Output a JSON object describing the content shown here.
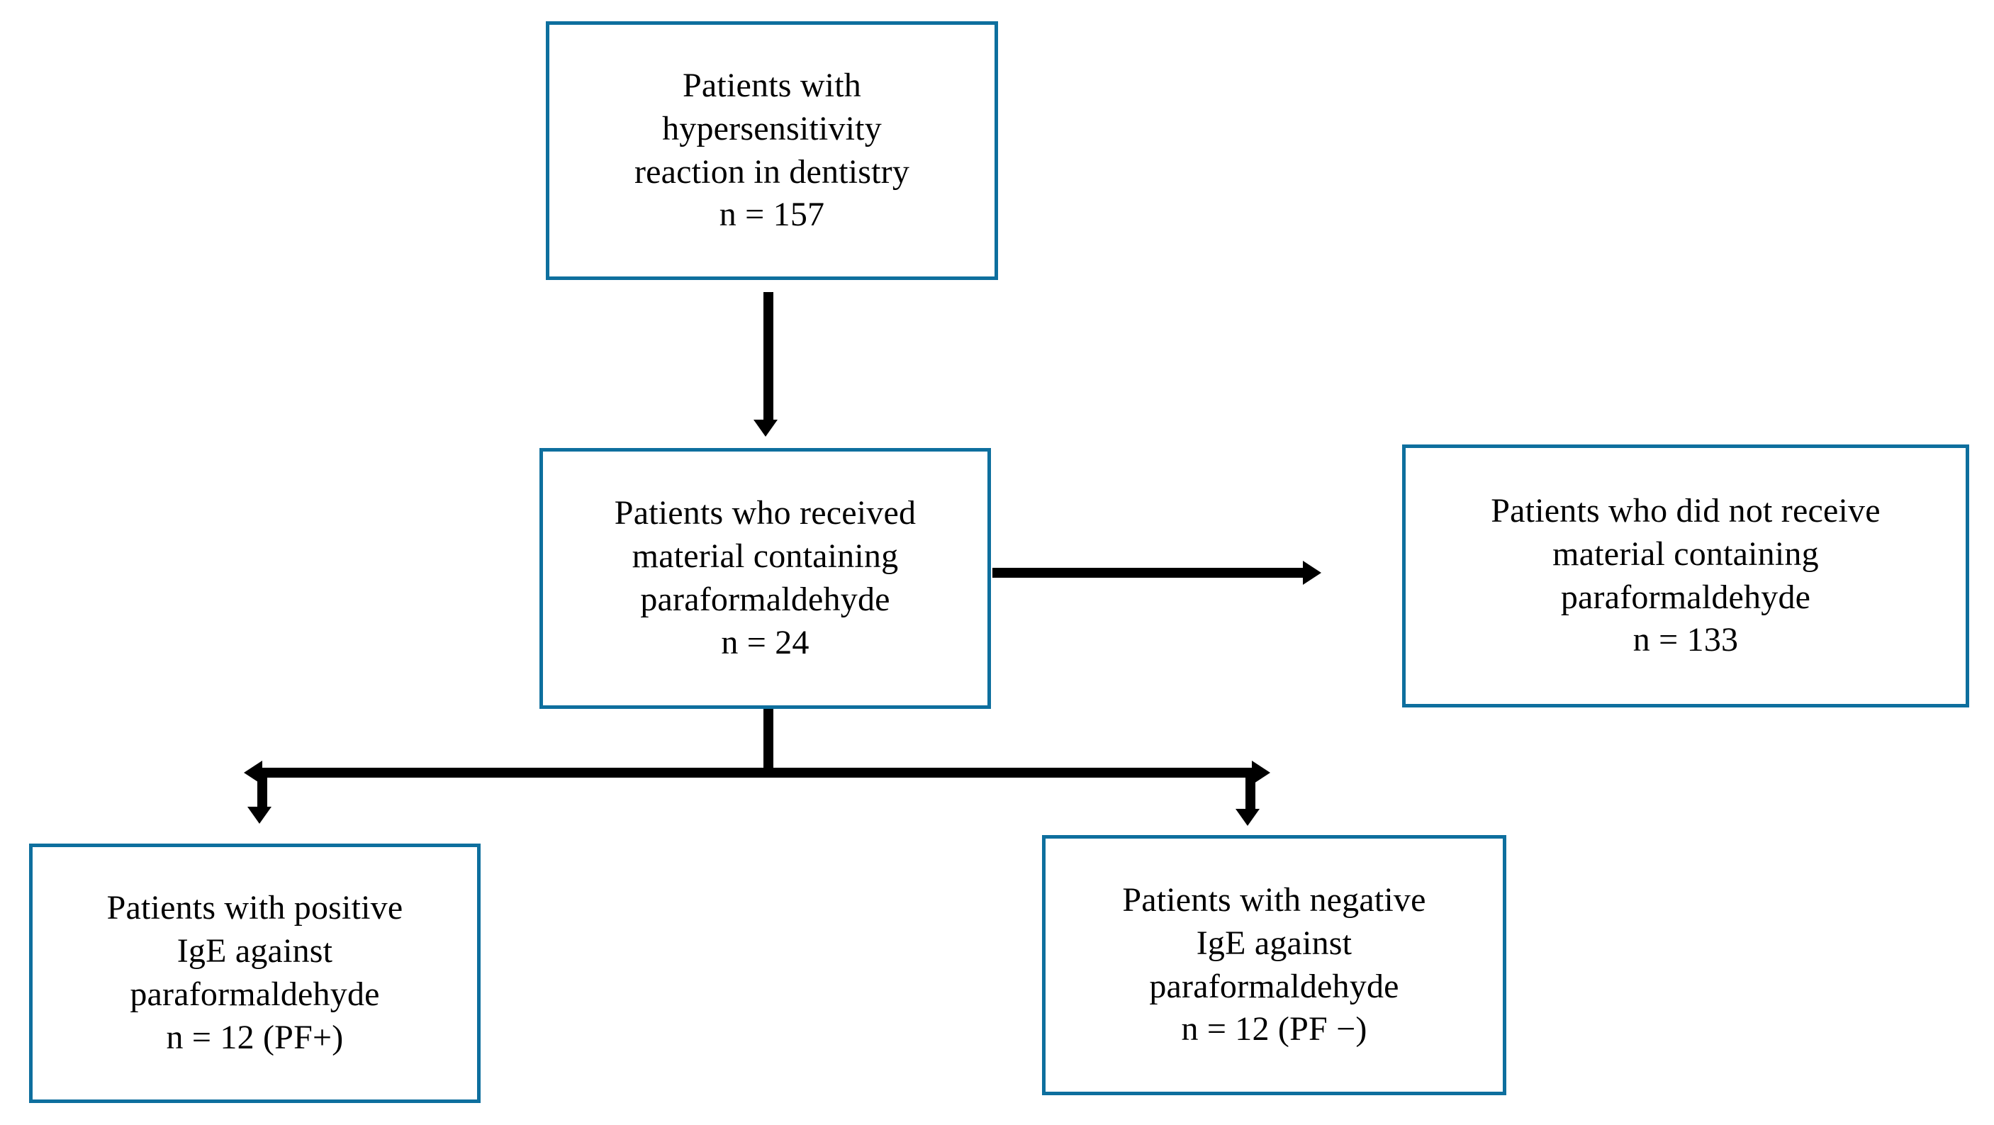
{
  "diagram": {
    "type": "flowchart",
    "title": "Patient enrollment flow diagram",
    "colors": {
      "box_border": "#0e6f9e",
      "connector": "#000000",
      "text": "#000000",
      "background": "#ffffff"
    },
    "nodes": [
      {
        "id": "top",
        "name": "hypersensitivity-cohort",
        "text": "Patients with\nhypersensitivity\nreaction in dentistry\nn = 157",
        "n": 157
      },
      {
        "id": "received",
        "name": "received-paraformaldehyde",
        "text": "Patients who received\nmaterial containing\nparaformaldehyde\nn = 24",
        "n": 24
      },
      {
        "id": "not_received",
        "name": "not-received-paraformaldehyde",
        "text": "Patients who did not receive\nmaterial containing\nparaformaldehyde\nn = 133",
        "n": 133
      },
      {
        "id": "pf_positive",
        "name": "ige-positive-group",
        "text": "Patients with positive\nIgE against\nparaformaldehyde\nn = 12 (PF+)",
        "n": 12,
        "group_label": "PF+"
      },
      {
        "id": "pf_negative",
        "name": "ige-negative-group",
        "text": "Patients with negative\nIgE against\nparaformaldehyde\nn = 12 (PF −)",
        "n": 12,
        "group_label": "PF −"
      }
    ],
    "edges": [
      {
        "from": "top",
        "to": "received",
        "direction": "down"
      },
      {
        "from": "received",
        "to": "not_received",
        "direction": "right"
      },
      {
        "from": "received",
        "to": "pf_positive",
        "direction": "down-left"
      },
      {
        "from": "received",
        "to": "pf_negative",
        "direction": "down-right"
      }
    ]
  }
}
